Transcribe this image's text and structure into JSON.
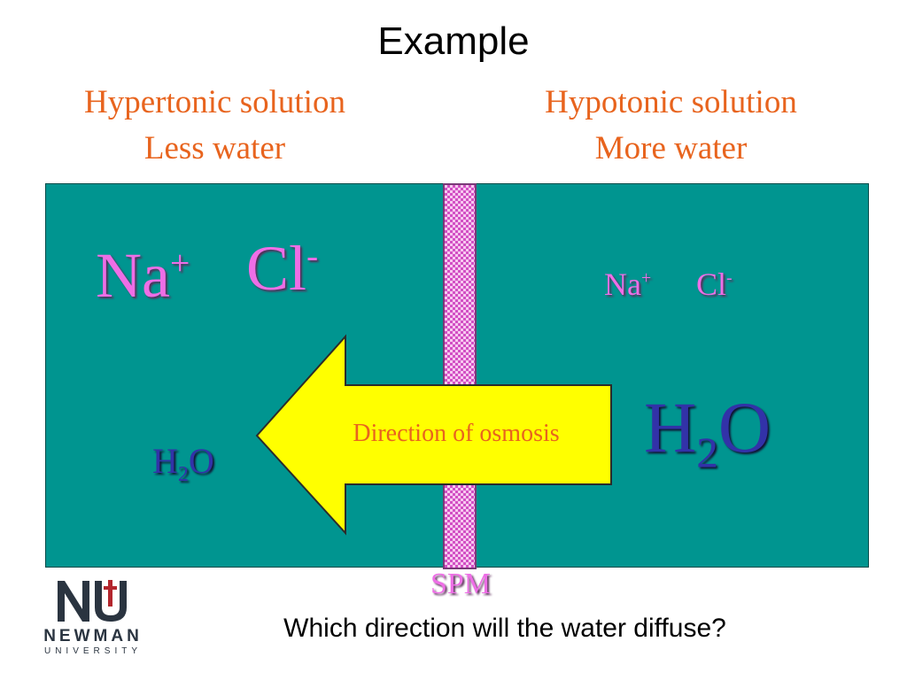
{
  "title": "Example",
  "left_heading": {
    "line1": "Hypertonic solution",
    "line2": "Less water"
  },
  "right_heading": {
    "line1": "Hypotonic solution",
    "line2": "More water"
  },
  "left_side": {
    "sodium": {
      "symbol": "Na",
      "charge": "+"
    },
    "chloride": {
      "symbol": "Cl",
      "charge": "-"
    },
    "water": {
      "h": "H",
      "sub": "2",
      "o": "O"
    }
  },
  "right_side": {
    "sodium": {
      "symbol": "Na",
      "charge": "+"
    },
    "chloride": {
      "symbol": "Cl",
      "charge": "-"
    },
    "water": {
      "h": "H",
      "sub": "2",
      "o": "O"
    }
  },
  "arrow_label": "Direction of osmosis",
  "membrane_label": "SPM",
  "question": "Which direction will the water diffuse?",
  "logo": {
    "name": "NEWMAN",
    "subtitle": "UNIVERSITY"
  },
  "colors": {
    "tank": "#009590",
    "heading": "#e8641e",
    "ion": "#ee6ee6",
    "water": "#3232a8",
    "arrow": "#ffff00",
    "membrane": "#d24fc4"
  }
}
